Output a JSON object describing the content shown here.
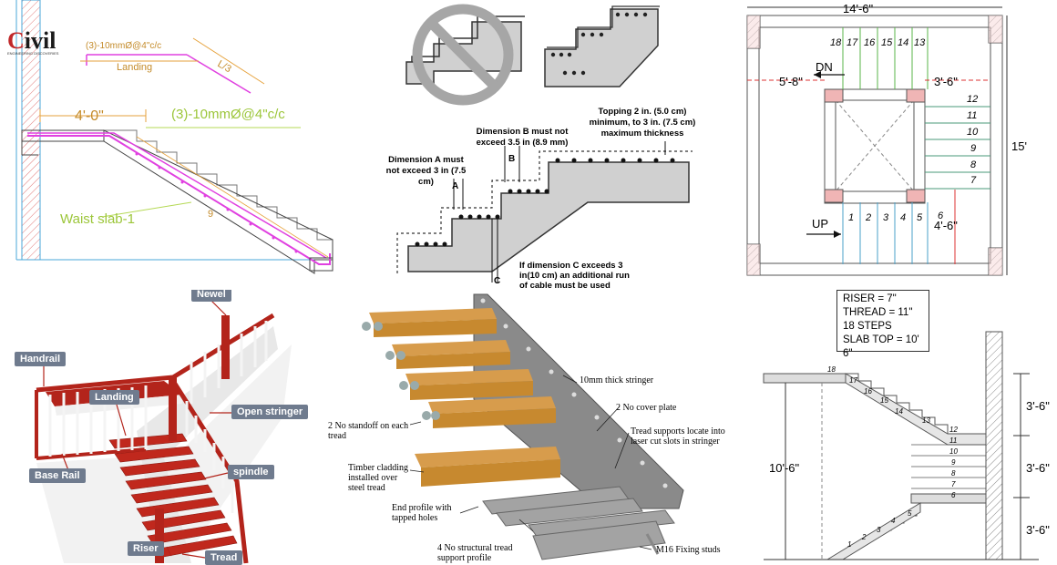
{
  "panel1": {
    "logo_c": "C",
    "logo_rest": "ivil",
    "logo_sub": "ENGINEERING DISCOVERIES",
    "rebar_top": "(3)-10mmØ@4\"c/c",
    "landing": "Landing",
    "l3": "L/3",
    "dim_4ft": "4'-0\"",
    "rebar_main": "(3)-10mmØ@4\"c/c",
    "waist_slab": "Waist slab-1",
    "nine": "9"
  },
  "panel2": {
    "dim_a": "Dimension A must not exceed 3 in (7.5 cm)",
    "dim_b": "Dimension B must not exceed 3.5 in (8.9 mm)",
    "topping": "Topping 2 in. (5.0 cm) minimum, to 3 in. (7.5 cm) maximum thickness",
    "dim_c": "If dimension C exceeds 3 in(10 cm) an additional run of cable must be used",
    "a": "A",
    "b": "B",
    "c": "C"
  },
  "panel3": {
    "width": "14'-6\"",
    "height": "15'",
    "left": "5'-8\"",
    "right": "3'-6\"",
    "lower_right": "4'-6\"",
    "dn": "DN",
    "up": "UP",
    "top_steps": [
      "18",
      "17",
      "16",
      "15",
      "14",
      "13"
    ],
    "right_steps": [
      "12",
      "11",
      "10",
      "9",
      "8",
      "7"
    ],
    "bottom_steps": [
      "1",
      "2",
      "3",
      "4",
      "5"
    ],
    "six": "6"
  },
  "panel4": {
    "tags": {
      "newel": "Newel",
      "handrail": "Handrail",
      "landing": "Landing",
      "open_stringer": "Open stringer",
      "base_rail": "Base Rail",
      "spindle": "spindle",
      "riser": "Riser",
      "tread": "Tread"
    }
  },
  "panel5": {
    "stringer": "10mm thick stringer",
    "cover": "2 No cover plate",
    "standoff": "2 No standoff on each tread",
    "supports": "Tread supports locate into laser cut slots in stringer",
    "cladding": "Timber cladding installed over steel tread",
    "end_profile": "End profile with tapped holes",
    "structural": "4 No structural tread support profile",
    "studs": "M16 Fixing studs"
  },
  "panel6": {
    "info": [
      "RISER = 7\"",
      "THREAD = 11\"",
      "18 STEPS",
      "SLAB TOP = 10' 6\""
    ],
    "total": "10'-6\"",
    "dim1": "3'-6\"",
    "dim2": "3'-6\"",
    "dim3": "3'-6\"",
    "step_labels": [
      "1",
      "2",
      "3",
      "4",
      "5",
      "6",
      "7",
      "8",
      "9",
      "10",
      "11",
      "12",
      "13",
      "14",
      "15",
      "16",
      "17",
      "18"
    ]
  }
}
